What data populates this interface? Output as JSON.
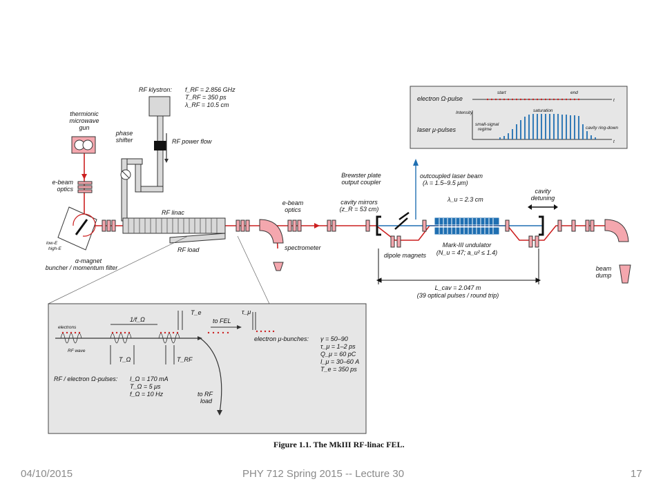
{
  "figure": {
    "caption": "Figure 1.1.  The MkIII RF-linac FEL.",
    "gun": [
      "thermionic",
      "microwave",
      "gun"
    ],
    "klystron": {
      "title": "RF klystron:",
      "params": [
        "f_RF = 2.856 GHz",
        "T_RF = 350 ps",
        "λ_RF = 10.5 cm"
      ]
    },
    "phase_shifter": [
      "phase",
      "shifter"
    ],
    "rf_power_flow": "RF power flow",
    "ebeam_optics_left": [
      "e-beam",
      "optics"
    ],
    "rf_linac": "RF linac",
    "rf_load": "RF load",
    "alpha_magnet": [
      "α-magnet",
      "buncher / momentum filter"
    ],
    "alpha_small": [
      "low-E",
      "high-E"
    ],
    "ebeam_optics_mid": [
      "e-beam",
      "optics"
    ],
    "spectrometer": "spectrometer",
    "cavity_mirrors": [
      "cavity mirrors",
      "(z_R = 53 cm)"
    ],
    "brewster": [
      "Brewster plate",
      "output coupler"
    ],
    "outcoupled": [
      "outcoupled laser beam",
      "(λ = 1.5–9.5 μm)"
    ],
    "lambda_u": "λ_u = 2.3 cm",
    "cavity_detuning": [
      "cavity",
      "detuning"
    ],
    "dipole_magnets": "dipole magnets",
    "undulator": [
      "Mark-III undulator",
      "(N_u = 47; a_u² ≤ 1.4)"
    ],
    "beam_dump": [
      "beam",
      "dump"
    ],
    "lcav": [
      "L_cav = 2.047 m",
      "(39 optical pulses / round trip)"
    ],
    "inset_top": {
      "row1": "electron Ω-pulse",
      "start": "start",
      "end": "end",
      "t": "t",
      "intensity": "Intensity",
      "row2": "laser μ-pulses",
      "saturation": "saturation",
      "small_signal": [
        "small-signal",
        "regime"
      ],
      "ringdown": "cavity ring-down",
      "t2": "t"
    },
    "inset_bottom": {
      "electrons": "electrons",
      "rf_wave": "RF wave",
      "inv_f": "1/f_Ω",
      "T_e": "T_e",
      "to_fel": "to FEL",
      "tau_mu": "τ_μ",
      "t_omega": "T_Ω",
      "t_rf": "T_RF",
      "micro_bunches": "electron μ-bunches:",
      "micro_params": [
        "γ = 50–90",
        "τ_μ = 1–2 ps",
        "Q_μ = 60 pC",
        "I_μ = 30–60 A",
        "T_e = 350 ps"
      ],
      "macro_label": "RF / electron Ω-pulses:",
      "macro_params": [
        "I_Ω = 170 mA",
        "T_Ω = 5 μs",
        "f_Ω = 10 Hz"
      ],
      "to_rf_load": [
        "to RF",
        "load"
      ]
    }
  },
  "footer": {
    "date": "04/10/2015",
    "course": "PHY 712  Spring 2015 -- Lecture 30",
    "page": "17"
  },
  "colors": {
    "beam_red": "#cc1f1f",
    "magnet_pink": "#f4a7ae",
    "laser_blue": "#1f6fb2",
    "inset_bg": "#e6e6e6"
  }
}
